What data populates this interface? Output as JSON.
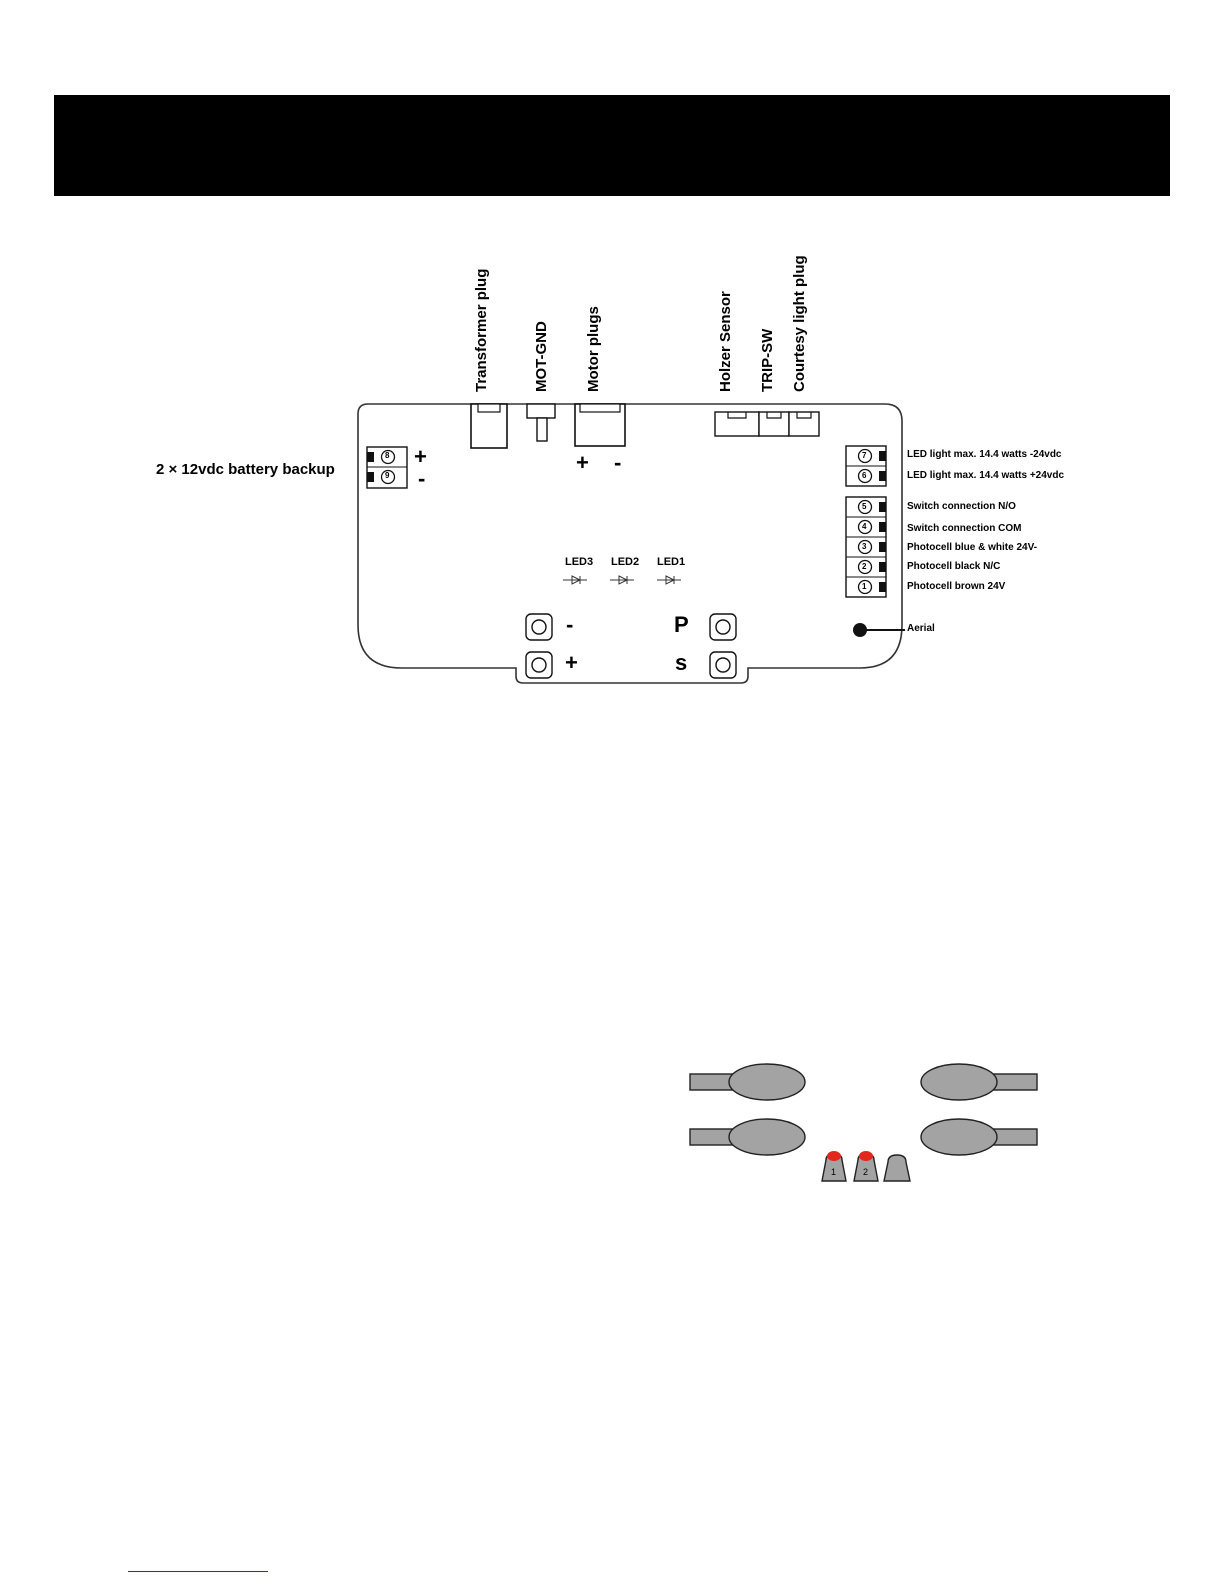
{
  "board": {
    "top_labels": {
      "transformer": "Transformer plug",
      "mot_gnd": "MOT-GND",
      "motor": "Motor plugs",
      "holzer": "Holzer Sensor",
      "trip_sw": "TRIP-SW",
      "courtesy": "Courtesy light plug"
    },
    "battery_label": "2 × 12vdc battery backup",
    "battery_plus": "+",
    "battery_minus": "-",
    "battery_terminals": [
      "8",
      "9"
    ],
    "motor_plus": "+",
    "motor_minus": "-",
    "led_labels": [
      "LED3",
      "LED2",
      "LED1"
    ],
    "right_terminals": [
      {
        "num": "7",
        "label": "LED light max. 14.4 watts -24vdc"
      },
      {
        "num": "6",
        "label": "LED light max. 14.4 watts +24vdc"
      },
      {
        "num": "5",
        "label": "Switch connection N/O"
      },
      {
        "num": "4",
        "label": "Switch connection COM"
      },
      {
        "num": "3",
        "label": "Photocell blue & white 24V-"
      },
      {
        "num": "2",
        "label": "Photocell black N/C"
      },
      {
        "num": "1",
        "label": "Photocell brown 24V"
      }
    ],
    "aerial_label": "Aerial",
    "buttons": {
      "minus": "-",
      "plus": "+",
      "p": "P",
      "s": "s"
    }
  },
  "indicator": {
    "led_numbers": [
      "1",
      "2"
    ],
    "colors": {
      "red": "#e0281f",
      "gray": "#a3a3a3"
    }
  }
}
